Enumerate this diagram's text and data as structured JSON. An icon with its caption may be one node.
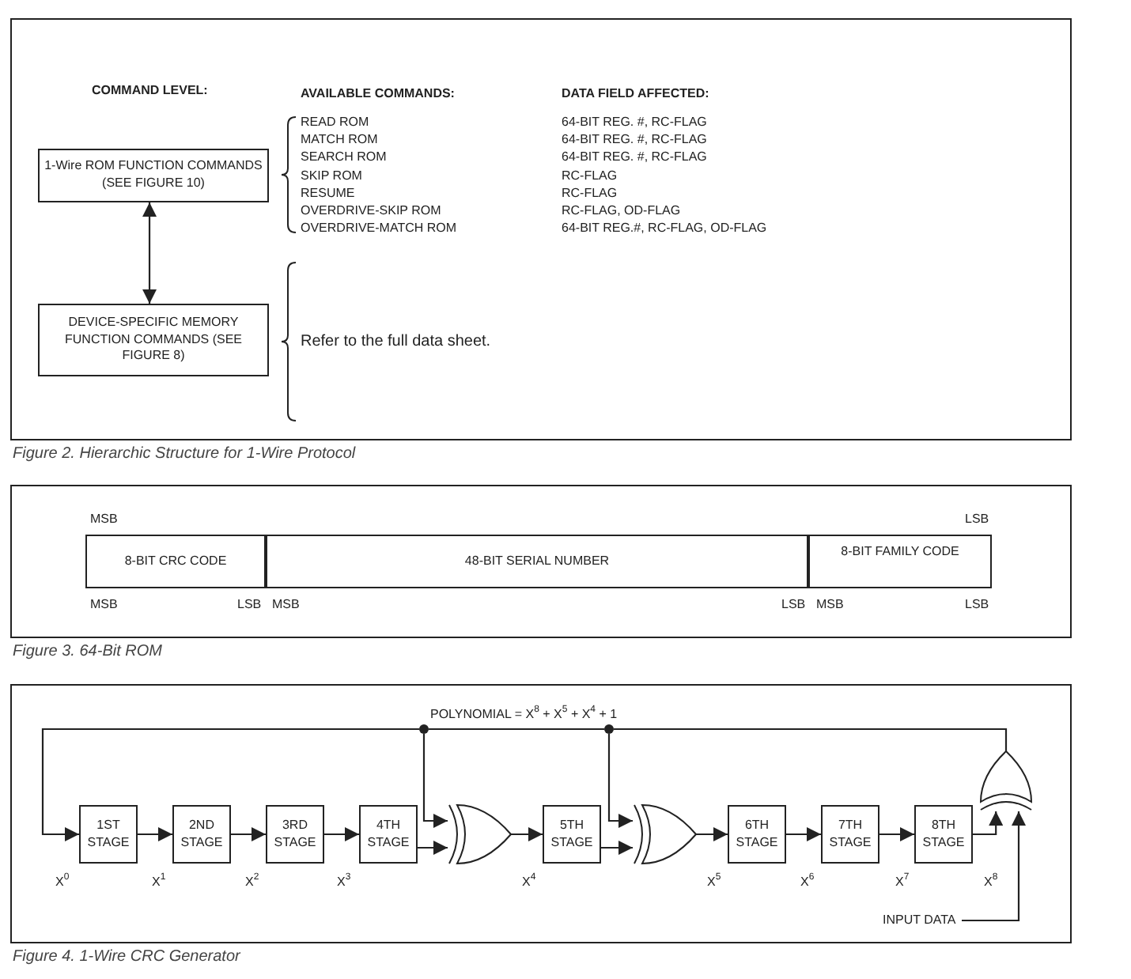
{
  "diagram": {
    "nodes": [
      {
        "text": [
          "1-Wire ROM FUNCTION COMMANDS (SEE FIGURE 10)"
        ]
      },
      {
        "text": [
          "DEVICE-SPECIFIC MEMORY FUNCTION COMMANDS (SEE FIGURE 8)"
        ]
      },
      {
        "text": [
          "8-BIT CRC CODE"
        ]
      },
      {
        "text": [
          "48-BIT SERIAL NUMBER"
        ]
      },
      {
        "text": [
          "8-BIT FAMILY CODE"
        ]
      },
      {
        "text": [
          "1ST STAGE"
        ]
      },
      {
        "text": [
          "2ND STAGE"
        ]
      },
      {
        "text": [
          "3RD STAGE"
        ]
      },
      {
        "text": [
          "4TH STAGE"
        ]
      },
      {
        "text": [],
        "shape": "xor-gate"
      },
      {
        "text": [
          "5TH STAGE"
        ]
      },
      {
        "text": [],
        "shape": "xor-gate"
      },
      {
        "text": [
          "6TH STAGE"
        ]
      },
      {
        "text": [
          "7TH STAGE"
        ]
      },
      {
        "text": [
          "8TH STAGE"
        ]
      },
      {
        "text": [],
        "shape": "xor-gate"
      },
      {
        "text": [
          "INPUT DATA"
        ]
      },
      {
        "text": [],
        "shape": "circle"
      },
      {
        "text": [],
        "shape": "circle"
      }
    ],
    "edges": [
      {
        "from": 0,
        "to": 1,
        "arrow": "both"
      },
      {
        "from": 5,
        "to": 6,
        "arrow": "to"
      },
      {
        "from": 6,
        "to": 7,
        "arrow": "to"
      },
      {
        "from": 7,
        "to": 8,
        "arrow": "to"
      },
      {
        "from": 8,
        "to": 9,
        "arrow": "to"
      },
      {
        "from": 9,
        "to": 10,
        "arrow": "to"
      },
      {
        "from": 10,
        "to": 11,
        "arrow": "to"
      },
      {
        "from": 11,
        "to": 12,
        "arrow": "to"
      },
      {
        "from": 12,
        "to": 13,
        "arrow": "to"
      },
      {
        "from": 13,
        "to": 14,
        "arrow": "to"
      },
      {
        "from": 14,
        "to": 15,
        "arrow": "to"
      },
      {
        "from": 16,
        "to": 15,
        "arrow": "to"
      },
      {
        "from": 15,
        "to": 18,
        "arrow": "none"
      },
      {
        "from": 18,
        "to": 17,
        "arrow": "none"
      },
      {
        "from": 17,
        "to": 5,
        "arrow": "to"
      },
      {
        "from": 17,
        "to": 9,
        "arrow": "to"
      },
      {
        "from": 18,
        "to": 11,
        "arrow": "to"
      }
    ],
    "labels": [
      "COMMAND LEVEL:",
      "AVAILABLE COMMANDS:",
      "DATA FIELD AFFECTED:",
      "READ ROM",
      "64-BIT REG. #, RC-FLAG",
      "MATCH ROM",
      "64-BIT REG. #, RC-FLAG",
      "SEARCH ROM",
      "64-BIT REG. #, RC-FLAG",
      "SKIP ROM",
      "RC-FLAG",
      "RESUME",
      "RC-FLAG",
      "OVERDRIVE-SKIP ROM",
      "RC-FLAG, OD-FLAG",
      "OVERDRIVE-MATCH ROM",
      "64-BIT REG.#, RC-FLAG, OD-FLAG",
      "Refer to the full data sheet.",
      "Figure 2. Hierarchic Structure for 1-Wire Protocol",
      "MSB",
      "LSB",
      "MSB",
      "LSB",
      "MSB",
      "LSB",
      "MSB",
      "LSB",
      "Figure 3. 64-Bit ROM",
      "POLYNOMIAL = X$^{8}$ + X$^{5}$ + X$^{4}$ + 1",
      "X$^{0}$",
      "X$^{1}$",
      "X$^{2}$",
      "X$^{3}$",
      "X$^{4}$",
      "X$^{5}$",
      "X$^{6}$",
      "X$^{7}$",
      "X$^{8}$",
      "Figure 4. 1-Wire CRC Generator"
    ]
  }
}
